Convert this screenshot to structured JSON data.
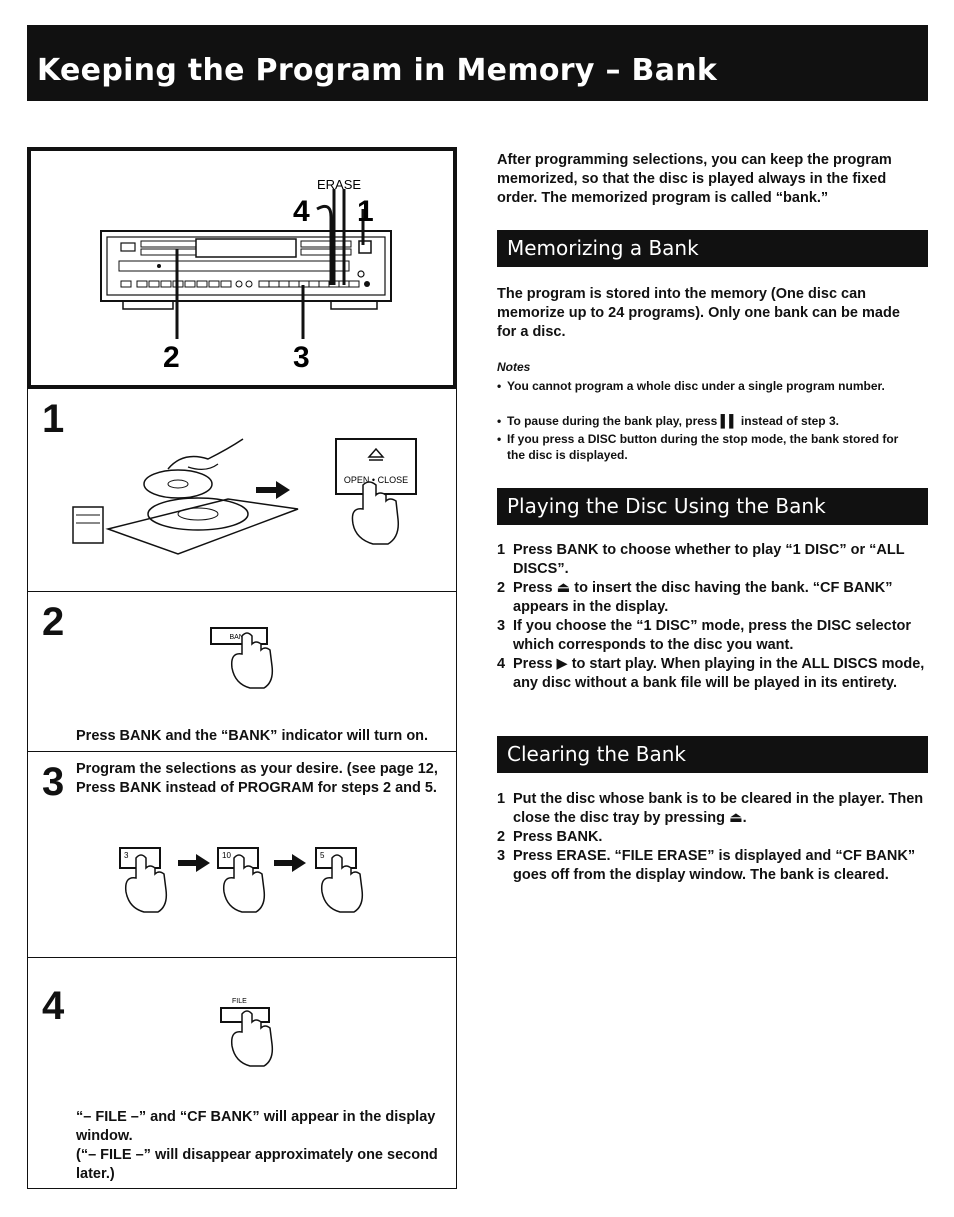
{
  "page": {
    "title": "Keeping the Program in Memory – Bank"
  },
  "figure": {
    "erase_label": "ERASE",
    "callout_top_left": "4",
    "callout_top_right": "1",
    "callout_bottom_left": "2",
    "callout_bottom_right": "3"
  },
  "steps": {
    "s1": {
      "number": "1",
      "button_label": "OPEN • CLOSE"
    },
    "s2": {
      "number": "2",
      "button_label": "BANK",
      "text": "Press BANK and the “BANK” indicator will turn on."
    },
    "s3": {
      "number": "3",
      "button_labels": [
        "3",
        "10",
        "5"
      ],
      "text": "Program the selections as your desire. (see page 12, Press BANK instead of PROGRAM for steps 2 and 5."
    },
    "s4": {
      "number": "4",
      "button_label": "FILE",
      "text_1": "“– FILE –” and “CF BANK” will appear in the display window.",
      "text_2": "(“– FILE –” will disappear approximately one second later.)"
    }
  },
  "intro": "After programming selections, you can keep the program memorized, so that the disc is played always in the fixed order. The memorized program is called “bank.”",
  "sections": {
    "memorizing": {
      "heading": "Memorizing a Bank",
      "body": "The program is stored into the memory (One disc can memorize up to 24 programs). Only one bank can be made for a disc.",
      "notes_title": "Notes",
      "notes": [
        "You cannot program a whole disc under a single program number.",
        "To pause during the bank play, press ▌▌ instead of step 3.",
        "If you press a DISC button during the stop mode, the bank stored for the disc is displayed."
      ]
    },
    "playing": {
      "heading": "Playing the Disc Using the Bank",
      "steps": [
        {
          "n": "1",
          "text": "Press BANK to choose whether to play “1 DISC” or “ALL DISCS”."
        },
        {
          "n": "2",
          "text": "Press ⏏ to insert the disc having the bank. “CF BANK” appears in the display."
        },
        {
          "n": "3",
          "text": "If you choose the “1 DISC” mode, press the DISC selector which corresponds to the disc you want."
        },
        {
          "n": "4",
          "text": "Press ▶ to start play. When playing in the ALL DISCS mode, any disc without a bank file will be played in its entirety."
        }
      ]
    },
    "clearing": {
      "heading": "Clearing the Bank",
      "steps": [
        {
          "n": "1",
          "text": "Put the disc whose bank is to be cleared in the player. Then close the disc tray by pressing ⏏."
        },
        {
          "n": "2",
          "text": "Press BANK."
        },
        {
          "n": "3",
          "text": "Press ERASE. “FILE ERASE” is displayed and “CF BANK” goes off from the display window. The bank is cleared."
        }
      ]
    }
  }
}
